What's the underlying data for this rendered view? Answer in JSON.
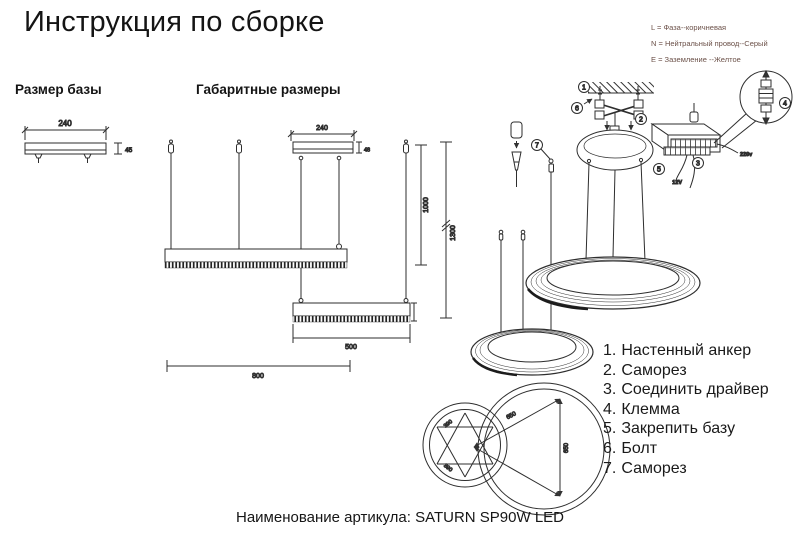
{
  "title": "Инструкция по сборке",
  "sections": {
    "base": {
      "label": "Размер базы"
    },
    "overall": {
      "label": "Габаритные размеры"
    }
  },
  "dims": {
    "base_width": "240",
    "base_height": "45",
    "canopy_width": "240",
    "canopy_height": "48",
    "bar_long": "800",
    "bar_short": "500",
    "drop_inner": "1000",
    "drop_outer": "1300",
    "ring_large_diag": "650",
    "ring_large_vert": "650",
    "ring_small_upper": "390",
    "ring_small_lower": "390"
  },
  "legend": {
    "lines": [
      "L = Фаза--коричневая",
      "N = Нейтральный провод--Серый",
      "E = Заземление --Желтое"
    ]
  },
  "wiring": {
    "mains_label": "220v",
    "low_label": "12V"
  },
  "callouts": {
    "c1": "1",
    "c2": "2",
    "c3": "3",
    "c4": "4",
    "c5": "5",
    "c6": "6",
    "c7": "7"
  },
  "parts_list": {
    "items": [
      {
        "num": "1.",
        "label": "Настенный анкер"
      },
      {
        "num": "2.",
        "label": "Саморез"
      },
      {
        "num": "3.",
        "label": "Соединить драйвер"
      },
      {
        "num": "4.",
        "label": "Клемма"
      },
      {
        "num": "5.",
        "label": "Закрепить базу"
      },
      {
        "num": "6.",
        "label": "Болт"
      },
      {
        "num": "7.",
        "label": "Саморез"
      }
    ]
  },
  "footer": {
    "text": "Наименование артикула: SATURN SP90W LED"
  }
}
